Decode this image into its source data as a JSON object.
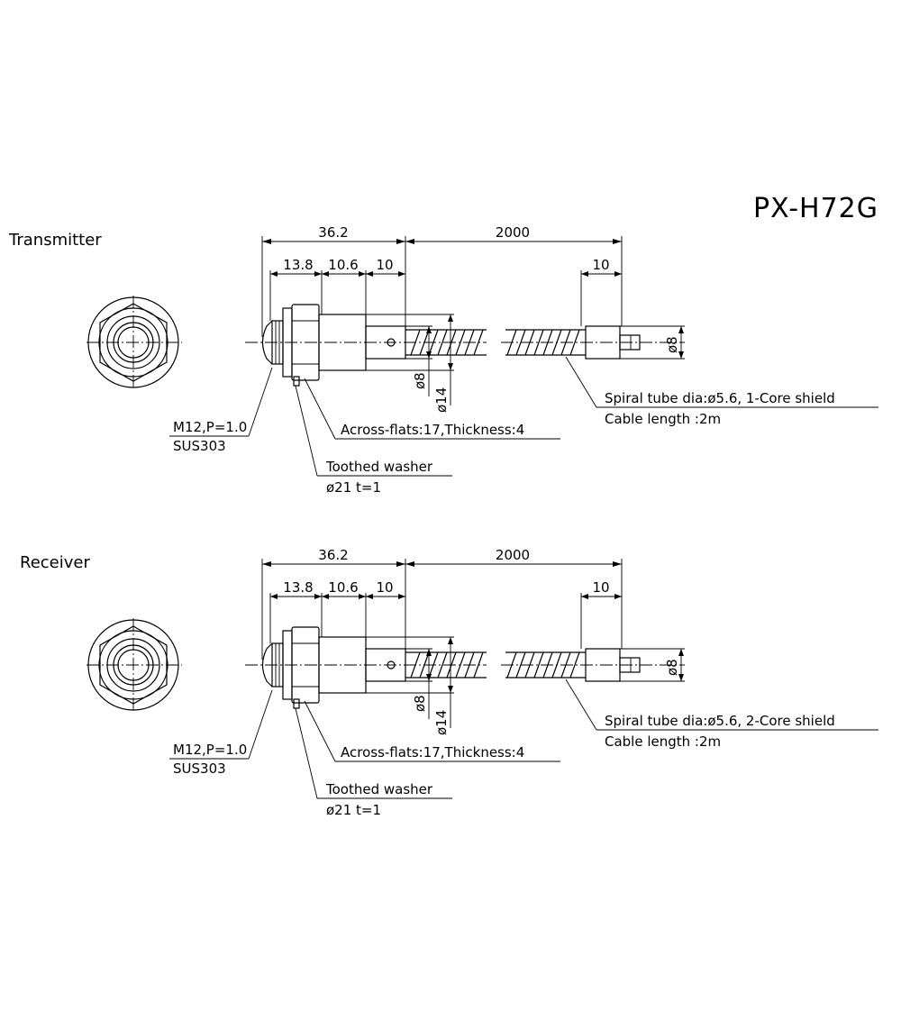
{
  "title": "PX-H72G",
  "views": [
    {
      "name": "Transmitter",
      "dims": {
        "overall": "36.2",
        "cable": "2000",
        "thread": "13.8",
        "nut": "10.6",
        "sleeve": "10",
        "end": "10",
        "d8": "ø8",
        "d14": "ø14",
        "d8_end": "ø8"
      },
      "notes": {
        "thread": "M12,P=1.0",
        "material": "SUS303",
        "flats": "Across-flats:17,Thickness:4",
        "washer": "Toothed washer",
        "washer_spec": "ø21  t=1",
        "tube": "Spiral tube dia:ø5.6, 1-Core shield",
        "cable_length": "Cable length :2m"
      }
    },
    {
      "name": "Receiver",
      "dims": {
        "overall": "36.2",
        "cable": "2000",
        "thread": "13.8",
        "nut": "10.6",
        "sleeve": "10",
        "end": "10",
        "d8": "ø8",
        "d14": "ø14",
        "d8_end": "ø8"
      },
      "notes": {
        "thread": "M12,P=1.0",
        "material": "SUS303",
        "flats": "Across-flats:17,Thickness:4",
        "washer": "Toothed washer",
        "washer_spec": "ø21  t=1",
        "tube": "Spiral tube dia:ø5.6, 2-Core shield",
        "cable_length": "Cable length :2m"
      }
    }
  ]
}
